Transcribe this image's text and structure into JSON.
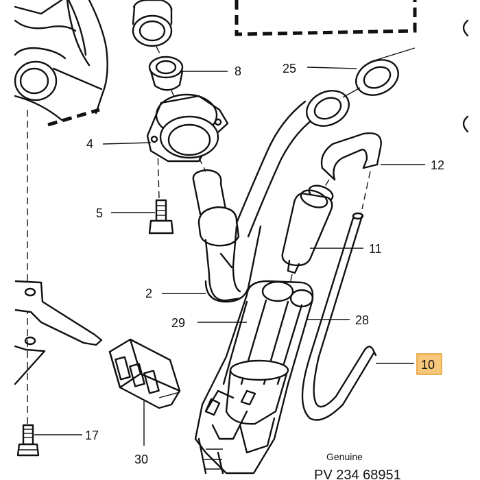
{
  "callouts": {
    "c8": "8",
    "c25": "25",
    "c4": "4",
    "c12": "12",
    "c5": "5",
    "c11": "11",
    "c2": "2",
    "c29": "29",
    "c28": "28",
    "c10": "10",
    "c17": "17",
    "c30": "30"
  },
  "highlighted_callout": "10",
  "colors": {
    "highlight_fill": "#f6c77a",
    "highlight_border": "#e59a2a",
    "line": "#111111"
  },
  "footer": {
    "brand": "Genuine",
    "part_number": "PV 234 68951"
  }
}
